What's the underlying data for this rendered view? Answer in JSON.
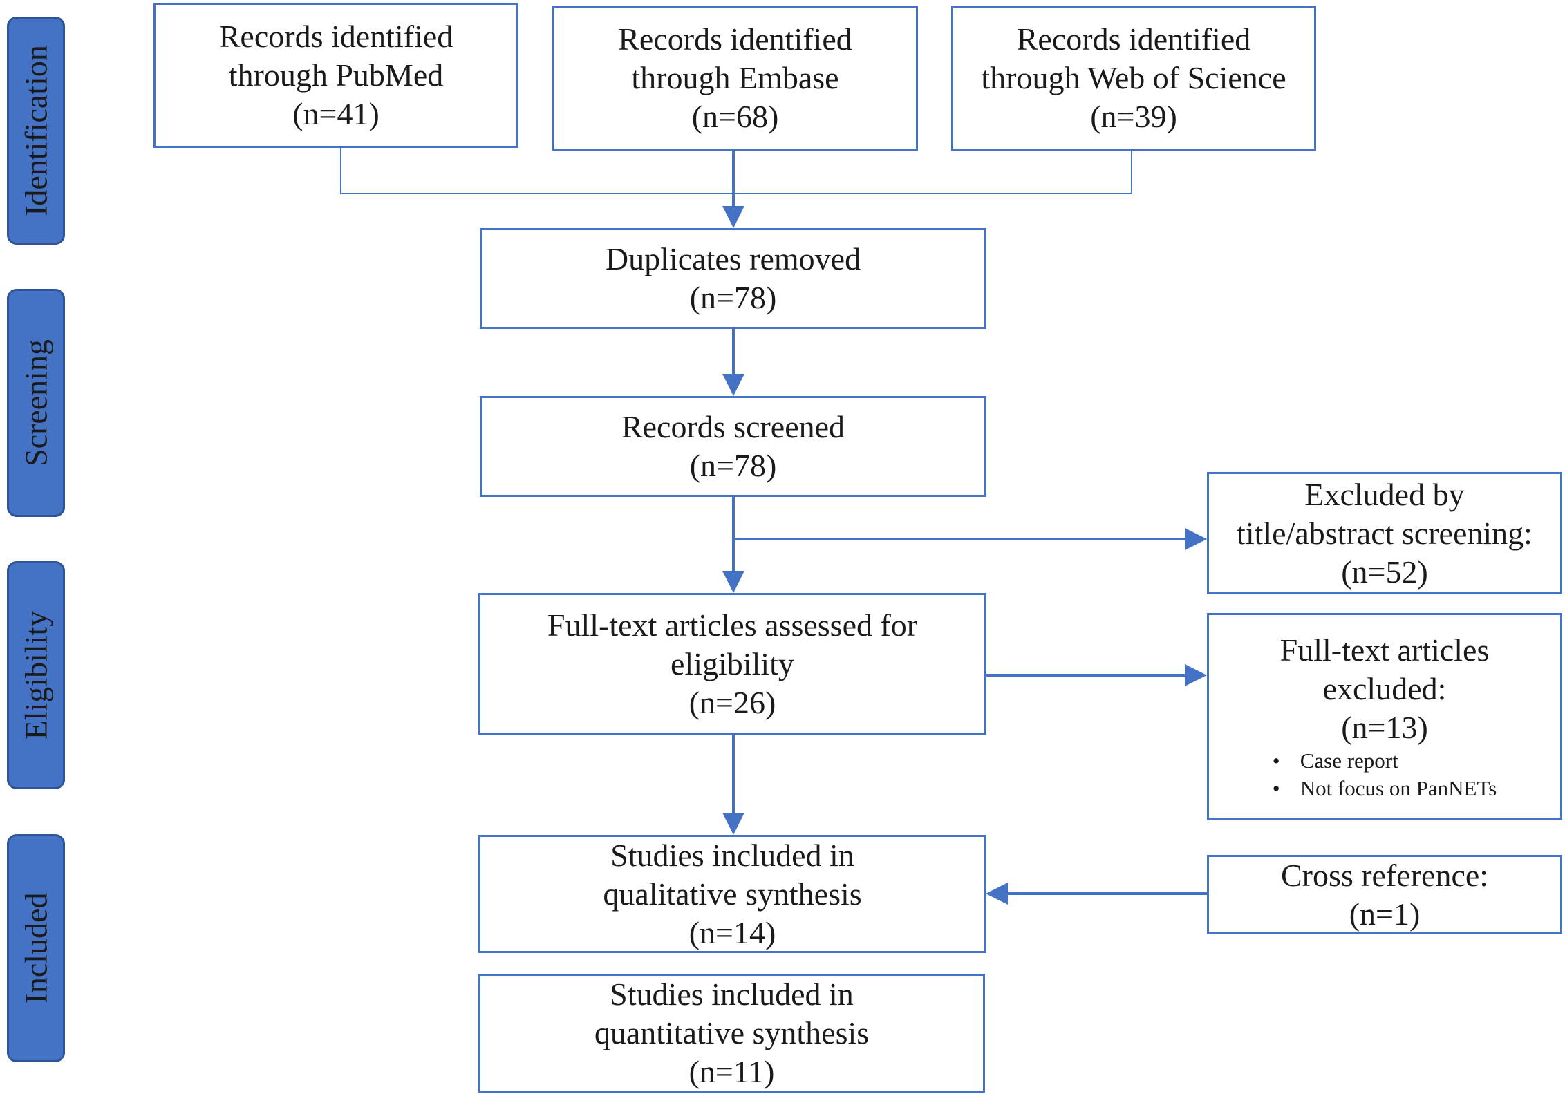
{
  "phases": {
    "identification": "Identification",
    "screening": "Screening",
    "eligibility": "Eligibility",
    "included": "Included"
  },
  "sources": {
    "pubmed": {
      "line1": "Records identified",
      "line2": "through PubMed",
      "count": "(n=41)"
    },
    "embase": {
      "line1": "Records identified",
      "line2": "through Embase",
      "count": "(n=68)"
    },
    "wos": {
      "line1": "Records identified",
      "line2": "through Web of Science",
      "count": "(n=39)"
    }
  },
  "duplicates": {
    "label": "Duplicates removed",
    "count": "(n=78)"
  },
  "screened": {
    "label": "Records screened",
    "count": "(n=78)"
  },
  "excluded_screening": {
    "line1": "Excluded by",
    "line2": "title/abstract screening:",
    "count": "(n=52)"
  },
  "fulltext": {
    "line1": "Full-text articles assessed for",
    "line2": "eligibility",
    "count": "(n=26)"
  },
  "fulltext_excluded": {
    "line1": "Full-text articles",
    "line2": "excluded:",
    "count": "(n=13)",
    "reasons": [
      "Case report",
      "Not focus on PanNETs"
    ]
  },
  "qualitative": {
    "line1": "Studies included in",
    "line2": "qualitative synthesis",
    "count": "(n=14)"
  },
  "cross_reference": {
    "label": "Cross reference:",
    "count": "(n=1)"
  },
  "quantitative": {
    "line1": "Studies included in",
    "line2": "quantitative synthesis",
    "count": "(n=11)"
  },
  "colors": {
    "accent": "#4472c4",
    "phase_fill": "#4472c4",
    "text": "#1a1a1a"
  }
}
